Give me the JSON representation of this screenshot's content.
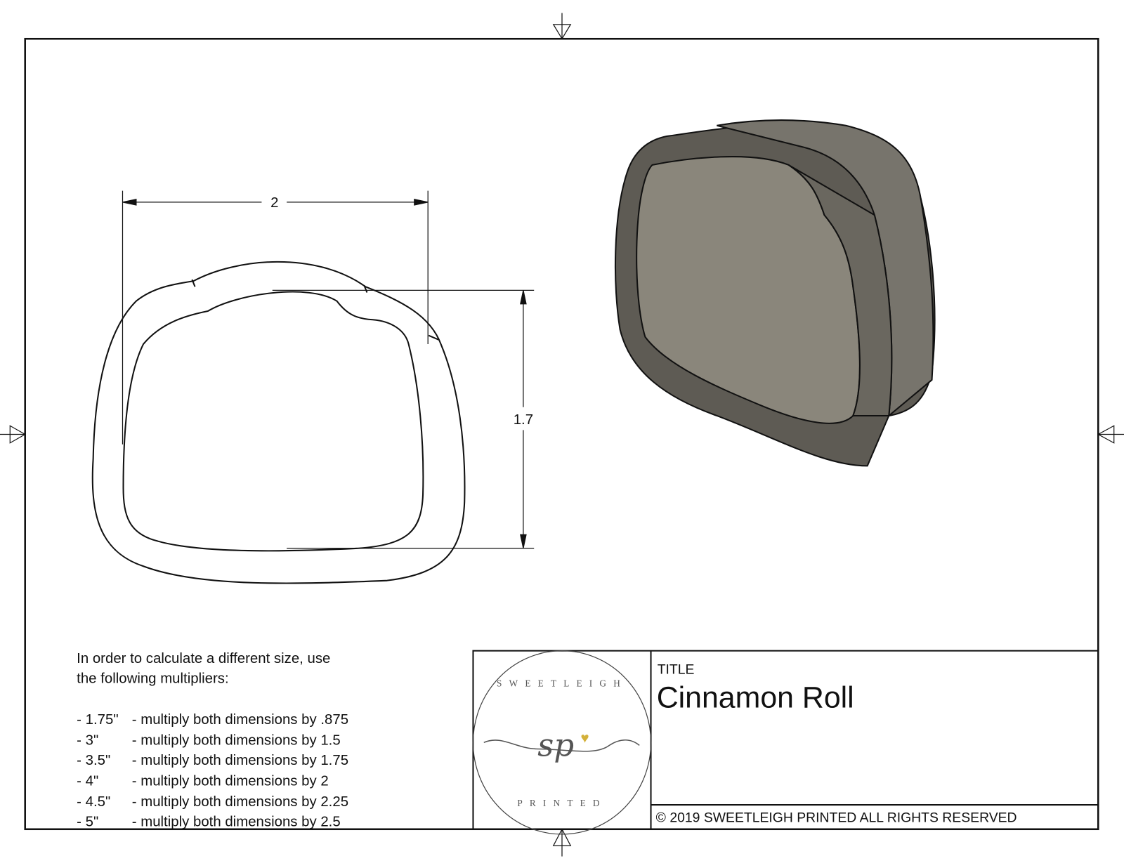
{
  "dimensions": {
    "width_label": "2",
    "height_label": "1.7"
  },
  "instructions": {
    "intro_line1": "In order to calculate a different size, use",
    "intro_line2": "the following multipliers:",
    "multipliers": [
      {
        "size": "- 1.75\"",
        "text": "- multiply both dimensions by .875"
      },
      {
        "size": "- 3\"",
        "text": "- multiply both dimensions by 1.5"
      },
      {
        "size": "- 3.5\"",
        "text": "- multiply both dimensions by 1.75"
      },
      {
        "size": "- 4\"",
        "text": "- multiply both dimensions by 2"
      },
      {
        "size": "- 4.5\"",
        "text": "- multiply both dimensions by 2.25"
      },
      {
        "size": "- 5\"",
        "text": "- multiply both dimensions by 2.5"
      }
    ]
  },
  "title_block": {
    "title_label": "TITLE",
    "title": "Cinnamon Roll",
    "copyright": "© 2019  SWEETLEIGH PRINTED  ALL RIGHTS RESERVED"
  },
  "logo": {
    "top_text": "SWEETLEIGH",
    "bottom_text": "PRINTED",
    "monogram": "sp",
    "heart_color": "#d4b13a"
  },
  "colors": {
    "part_fill": "#6e6b63",
    "part_dark": "#4f4d47",
    "line": "#111111"
  }
}
